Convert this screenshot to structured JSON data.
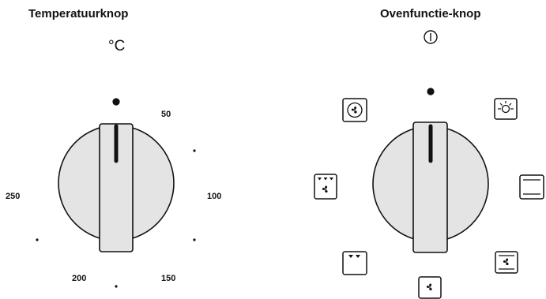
{
  "temperature_knob": {
    "title": "Temperatuurknop",
    "unit": "°C",
    "scale": [
      "50",
      "100",
      "150",
      "200",
      "250"
    ]
  },
  "function_knob": {
    "title": "Ovenfunctie-knop",
    "icons": [
      "power-icon",
      "lamp-icon",
      "top-bottom-heat-icon",
      "bottom-heat-fan-icon",
      "fan-icon",
      "top-heat-icon",
      "grill-fan-icon",
      "fan-heat-icon"
    ]
  },
  "colors": {
    "knob_fill": "#e4e4e4",
    "stroke": "#111111"
  }
}
